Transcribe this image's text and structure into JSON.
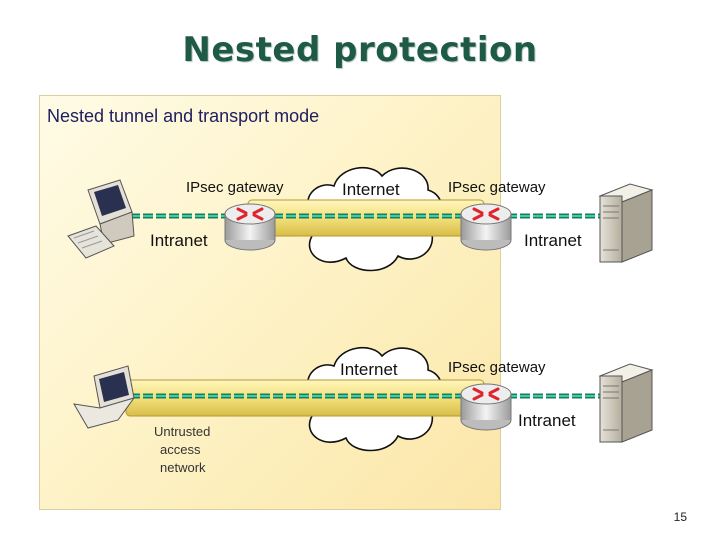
{
  "title": "Nested protection",
  "panel_title": "Nested tunnel and transport mode",
  "top": {
    "gateway_left": "IPsec gateway",
    "internet": "Internet",
    "gateway_right": "IPsec gateway",
    "intranet_left": "Intranet",
    "intranet_right": "Intranet"
  },
  "bottom": {
    "internet": "Internet",
    "gateway_right": "IPsec gateway",
    "intranet_right": "Intranet",
    "untrusted": [
      "Untrusted",
      "access",
      "network"
    ]
  },
  "page_number": "15",
  "colors": {
    "title": "#1e5a46",
    "tunnel": "#f3e07a",
    "wire": "#1f9c7a",
    "router": "#dcdcdc",
    "router_arrows": "#e0242a"
  }
}
